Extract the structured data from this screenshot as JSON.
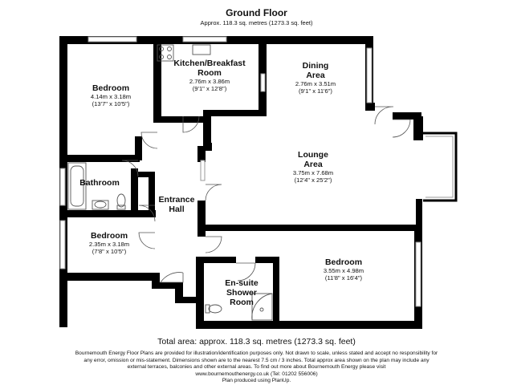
{
  "header": {
    "title": "Ground Floor",
    "subtitle": "Approx. 118.3 sq. metres (1273.3 sq. feet)"
  },
  "rooms": {
    "bedroom_top_left": {
      "name": "Bedroom",
      "metric": "4.14m x 3.18m",
      "imperial": "(13'7\" x 10'5\")"
    },
    "kitchen": {
      "name_line1": "Kitchen/Breakfast",
      "name_line2": "Room",
      "metric": "2.76m x 3.86m",
      "imperial": "(9'1\" x 12'8\")"
    },
    "dining": {
      "name_line1": "Dining",
      "name_line2": "Area",
      "metric": "2.76m x 3.51m",
      "imperial": "(9'1\" x 11'6\")"
    },
    "lounge": {
      "name_line1": "Lounge",
      "name_line2": "Area",
      "metric": "3.75m x 7.68m",
      "imperial": "(12'4\" x 25'2\")"
    },
    "bathroom": {
      "name": "Bathroom"
    },
    "entrance": {
      "name_line1": "Entrance",
      "name_line2": "Hall"
    },
    "bedroom_bottom_left": {
      "name": "Bedroom",
      "metric": "2.35m x 3.18m",
      "imperial": "(7'8\" x 10'5\")"
    },
    "bedroom_right": {
      "name": "Bedroom",
      "metric": "3.55m x 4.98m",
      "imperial": "(11'8\" x 16'4\")"
    },
    "ensuite": {
      "name_line1": "En-suite",
      "name_line2": "Shower",
      "name_line3": "Room"
    }
  },
  "footer": {
    "total": "Total area: approx. 118.3 sq. metres (1273.3 sq. feet)",
    "disclaimer_1": "Bournemouth Energy Floor Plans are provided for illustration/identification purposes only. Not drawn to scale, unless stated and accept no responsibility for any error, omission or mis-statement. Dimensions shown are to the nearest 7.5 cm / 3 inches. Total approx area shown on the plan may include any external terraces, balconies and other external areas. To find out more about Bournemouth Energy please visit",
    "disclaimer_2": "www.bournemouthenergy.co.uk (Tel: 01202 556006)",
    "disclaimer_3": "Plan produced using PlanUp."
  },
  "colors": {
    "wall": "#000000",
    "window": "#bdbdbd",
    "line": "#555555"
  }
}
